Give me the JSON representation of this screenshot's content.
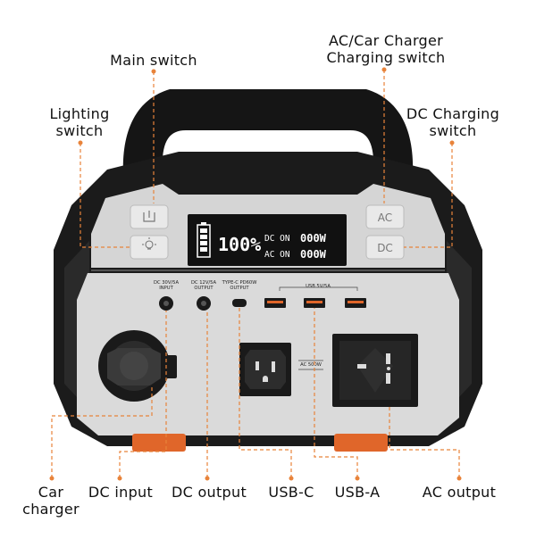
{
  "callouts": {
    "main_switch": "Main switch",
    "ac_car_charger": "AC/Car Charger\nCharging switch",
    "lighting_switch": "Lighting\nswitch",
    "dc_charging_switch": "DC Charging\nswitch",
    "car_charger": "Car\ncharger",
    "dc_input": "DC input",
    "dc_output": "DC output",
    "usb_c": "USB-C",
    "usb_a": "USB-A",
    "ac_output": "AC output"
  },
  "buttons": {
    "ac": "AC",
    "dc": "DC"
  },
  "lcd": {
    "battery_percent": "100%",
    "dc_label": "DC ON",
    "dc_value": "000W",
    "ac_label": "AC ON",
    "ac_value": "000W"
  },
  "port_labels": {
    "dc_input": "DC 30V/5A\nINPUT",
    "dc_output": "DC 12V/5A\nOUTPUT",
    "type_c": "TYPE-C PD60W\nOUTPUT",
    "usb": "USB 5V/5A",
    "ac_rating": "AC 500W"
  },
  "colors": {
    "accent": "#e8833a",
    "body": "#1a1a1a",
    "panel": "#d7d7d7",
    "foot": "#e0662a"
  }
}
